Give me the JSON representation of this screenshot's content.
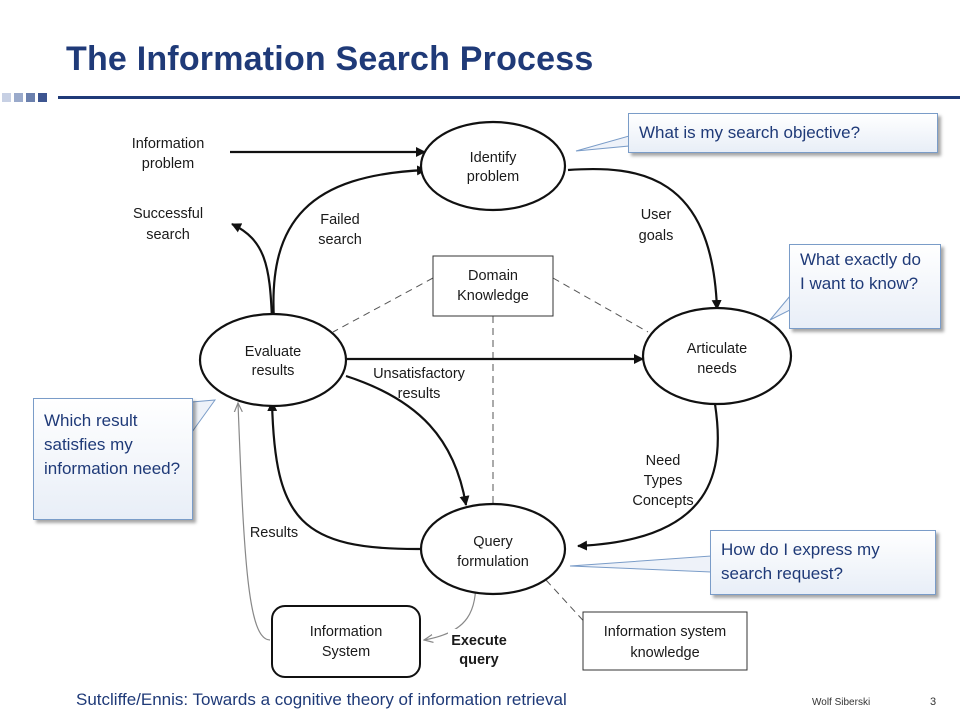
{
  "slide": {
    "title": "The Information Search Process",
    "colors": {
      "title": "#1f3a78",
      "rule": "#1f3a78",
      "callout_border": "#7a9cc8"
    }
  },
  "diagram": {
    "nodes": {
      "identify_l1": "Identify",
      "identify_l2": "problem",
      "articulate_l1": "Articulate",
      "articulate_l2": "needs",
      "evaluate_l1": "Evaluate",
      "evaluate_l2": "results",
      "query_l1": "Query",
      "query_l2": "formulation",
      "domain_l1": "Domain",
      "domain_l2": "Knowledge",
      "infosys_l1": "Information",
      "infosys_l2": "System",
      "isk_l1": "Information system",
      "isk_l2": "knowledge"
    },
    "labels": {
      "info_problem_l1": "Information",
      "info_problem_l2": "problem",
      "successful_l1": "Successful",
      "successful_l2": "search",
      "failed_l1": "Failed",
      "failed_l2": "search",
      "user_goals_l1": "User",
      "user_goals_l2": "goals",
      "unsat_l1": "Unsatisfactory",
      "unsat_l2": "results",
      "need_l1": "Need",
      "need_l2": "Types",
      "need_l3": "Concepts",
      "results": "Results",
      "execute_l1": "Execute",
      "execute_l2": "query"
    }
  },
  "callouts": {
    "objective": "What is my search objective?",
    "want_to_know": "What exactly do I want to know?",
    "satisfies": "Which result satisfies my information need?",
    "express": "How do I express my search request?"
  },
  "footer": {
    "reference": "Sutcliffe/Ennis: Towards a cognitive theory of information retrieval",
    "author": "Wolf Siberski",
    "page": "3"
  }
}
